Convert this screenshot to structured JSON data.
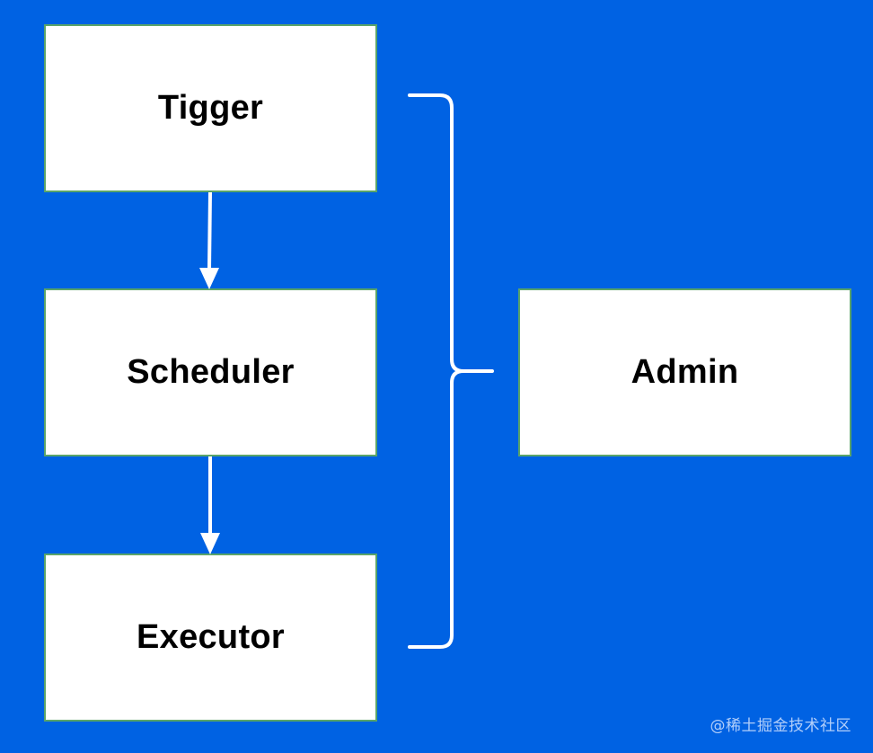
{
  "diagram": {
    "nodes": {
      "trigger": {
        "label": "Tigger"
      },
      "scheduler": {
        "label": "Scheduler"
      },
      "executor": {
        "label": "Executor"
      },
      "admin": {
        "label": "Admin"
      }
    },
    "edges": [
      {
        "from": "Tigger",
        "to": "Scheduler",
        "style": "arrow"
      },
      {
        "from": "Scheduler",
        "to": "Executor",
        "style": "arrow"
      },
      {
        "from": "Tigger, Scheduler, Executor",
        "to": "Admin",
        "style": "curly-brace"
      }
    ]
  },
  "watermark": "@稀土掘金技术社区",
  "colors": {
    "background": "#0062e3",
    "node_fill": "#ffffff",
    "node_border": "#5aa469",
    "connector": "#ffffff",
    "text": "#000000"
  }
}
